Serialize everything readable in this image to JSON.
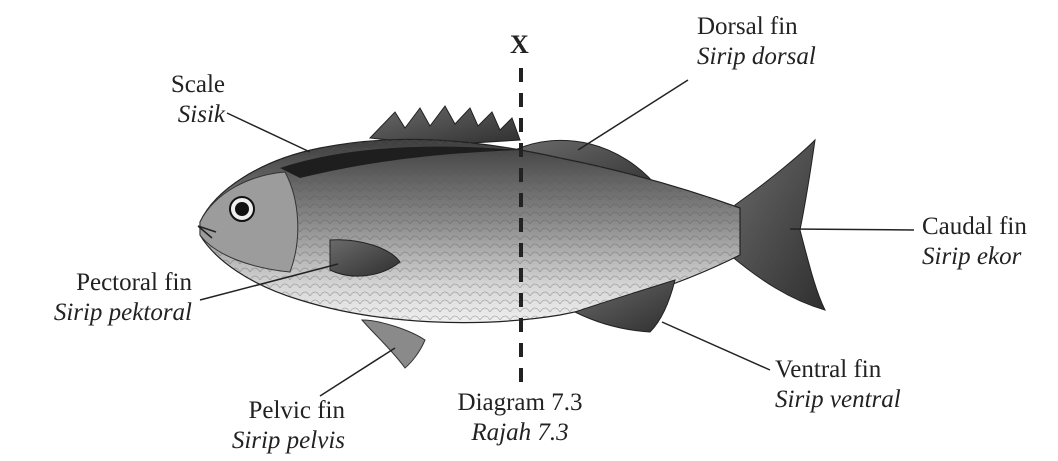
{
  "marker": "X",
  "labels": {
    "scale": {
      "en": "Scale",
      "ms": "Sisik"
    },
    "dorsal": {
      "en": "Dorsal fin",
      "ms": "Sirip dorsal"
    },
    "caudal": {
      "en": "Caudal fin",
      "ms": "Sirip ekor"
    },
    "pectoral": {
      "en": "Pectoral fin",
      "ms": "Sirip pektoral"
    },
    "ventral": {
      "en": "Ventral fin",
      "ms": "Sirip ventral"
    },
    "pelvic": {
      "en": "Pelvic fin",
      "ms": "Sirip pelvis"
    }
  },
  "caption": {
    "en": "Diagram 7.3",
    "ms": "Rajah 7.3"
  },
  "colors": {
    "ink": "#222222",
    "fish_dark": "#3a3a3a",
    "fish_light": "#d9d9d9"
  }
}
